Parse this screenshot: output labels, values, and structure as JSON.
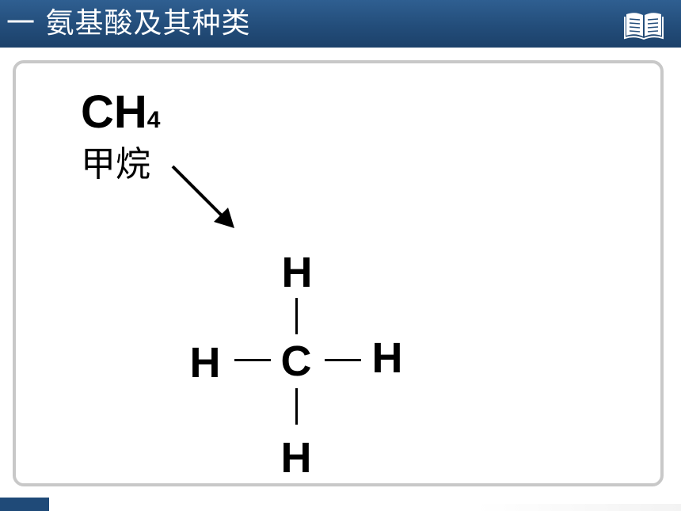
{
  "header": {
    "title": "一 氨基酸及其种类",
    "book_icon": "open-book-icon"
  },
  "formula": {
    "main": "CH",
    "subscript": "4"
  },
  "compound_name": "甲烷",
  "structure": {
    "center_atom": "C",
    "top_atom": "H",
    "left_atom": "H",
    "right_atom": "H",
    "bottom_atom": "H"
  },
  "colors": {
    "header_bg": "#234d7a",
    "frame_border": "#c8c8c8",
    "text": "#000000"
  }
}
